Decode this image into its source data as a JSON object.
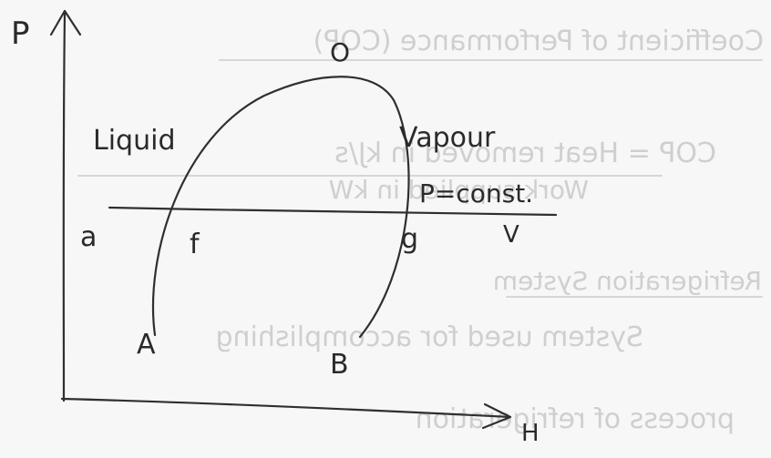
{
  "bleed_through": {
    "line1": "Coefficient of Performance (COP)",
    "line2": "COP = Heat removed in kJ/s",
    "line3": "Work supplied in kW",
    "line4": "Refrigeration System",
    "line5": "System used for accomplishing",
    "line6": "process of refrigeration"
  },
  "diagram": {
    "axis_y_label": "P",
    "axis_x_label": "H",
    "top_point_label": "O",
    "region_liquid_label": "Liquid",
    "region_vapour_label": "Vapour",
    "line_constant_label": "P=const.",
    "point_a": "a",
    "point_f": "f",
    "point_g": "g",
    "point_v": "V",
    "point_A": "A",
    "point_B": "B"
  }
}
